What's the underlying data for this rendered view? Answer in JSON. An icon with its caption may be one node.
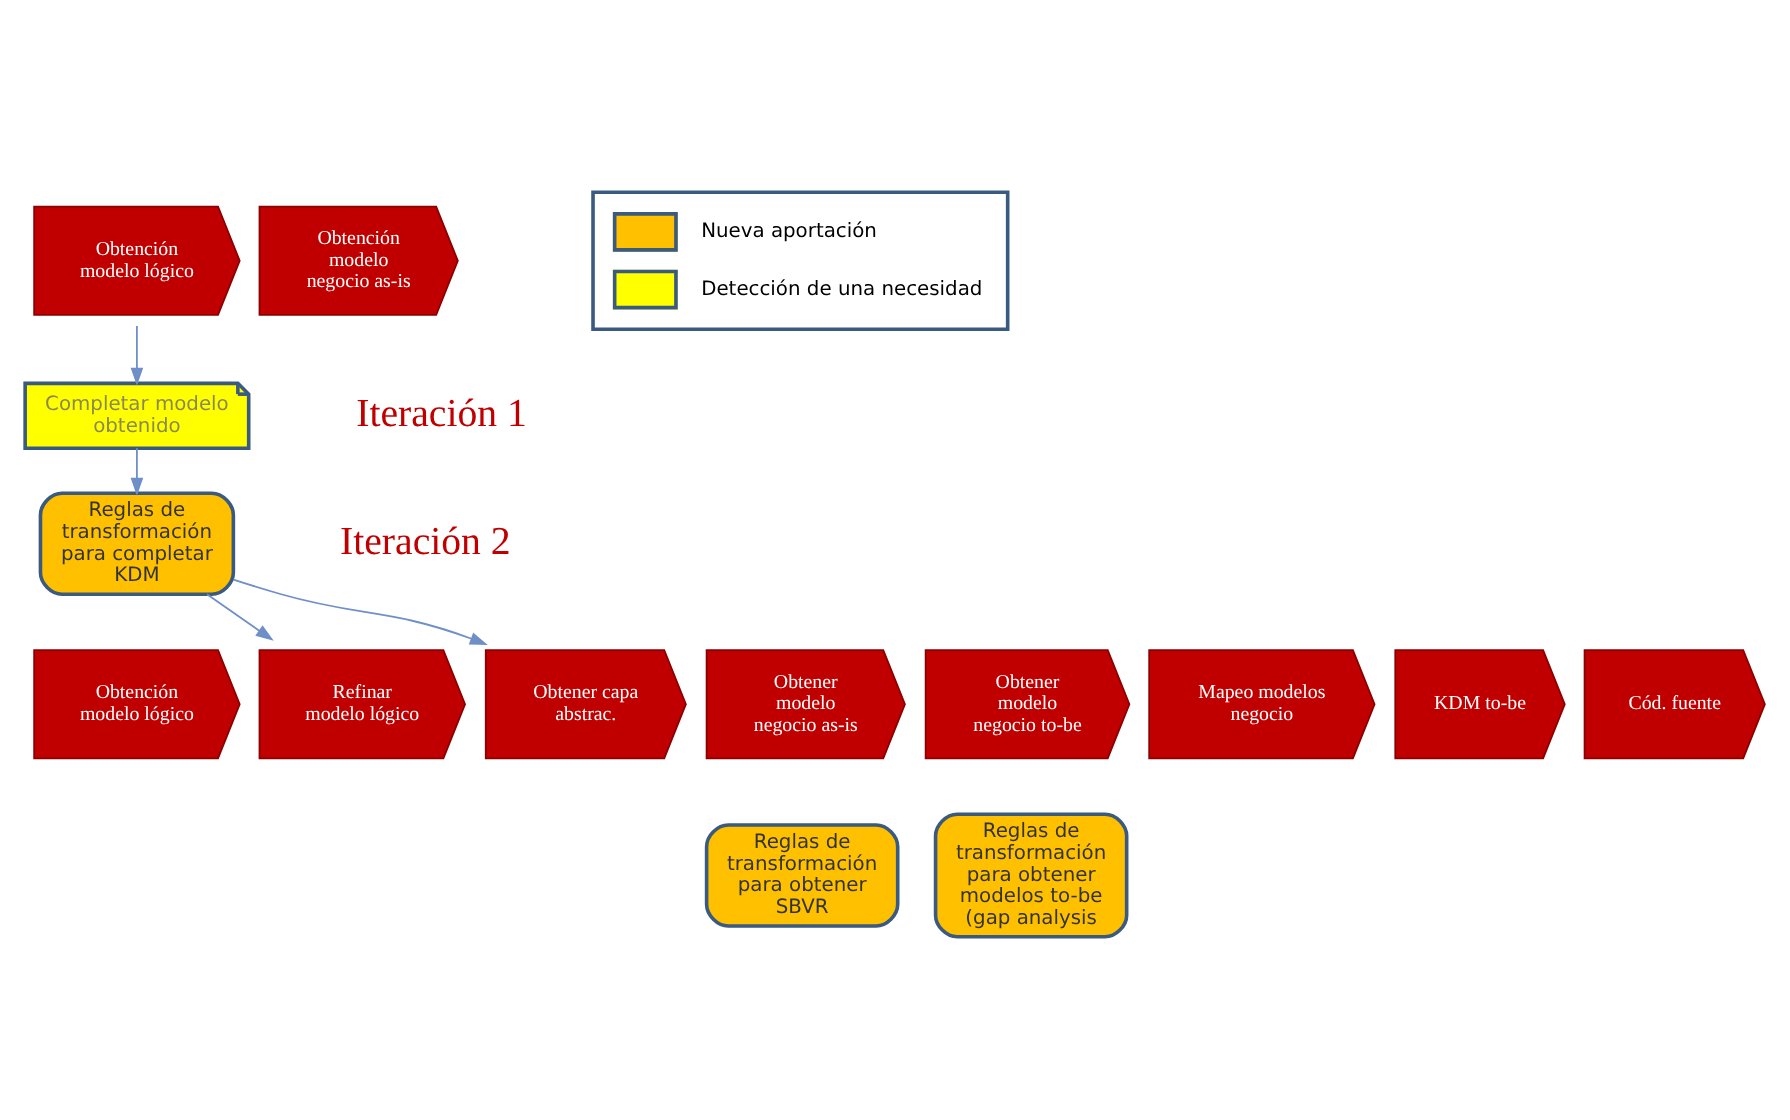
{
  "diagram": {
    "nodes": [
      {
        "text": [
          "Obtención modelo lógico"
        ]
      },
      {
        "text": [
          "Obtención modelo negocio as-is"
        ]
      },
      {
        "text": [
          "Completar modelo obtenido"
        ]
      },
      {
        "text": [
          "Reglas de transformación para completar KDM"
        ]
      },
      {
        "text": [
          "Obtención modelo lógico"
        ]
      },
      {
        "text": [
          "Refinar modelo lógico"
        ]
      },
      {
        "text": [
          "Obtener capa abstrac."
        ]
      },
      {
        "text": [
          "Obtener modelo negocio as-is"
        ]
      },
      {
        "text": [
          "Obtener modelo negocio to-be"
        ]
      },
      {
        "text": [
          "Mapeo modelos negocio"
        ]
      },
      {
        "text": [
          "KDM to-be"
        ]
      },
      {
        "text": [
          "Cód. fuente"
        ]
      },
      {
        "text": [
          "Reglas de transformación para obtener SBVR"
        ]
      },
      {
        "text": [
          "Reglas de transformación para obtener modelos to-be (gap analysis"
        ]
      }
    ],
    "edges": [
      {
        "from": 0,
        "to": 2,
        "arrow": "to"
      },
      {
        "from": 2,
        "to": 3,
        "arrow": "to"
      },
      {
        "from": 3,
        "to": 5,
        "arrow": "to"
      },
      {
        "from": 3,
        "to": 6,
        "arrow": "to"
      }
    ],
    "labels": [
      "Iteración 1",
      "Iteración 2"
    ],
    "legend": [
      {
        "text": "Nueva aportación"
      },
      {
        "text": "Detección de una necesidad"
      }
    ]
  }
}
